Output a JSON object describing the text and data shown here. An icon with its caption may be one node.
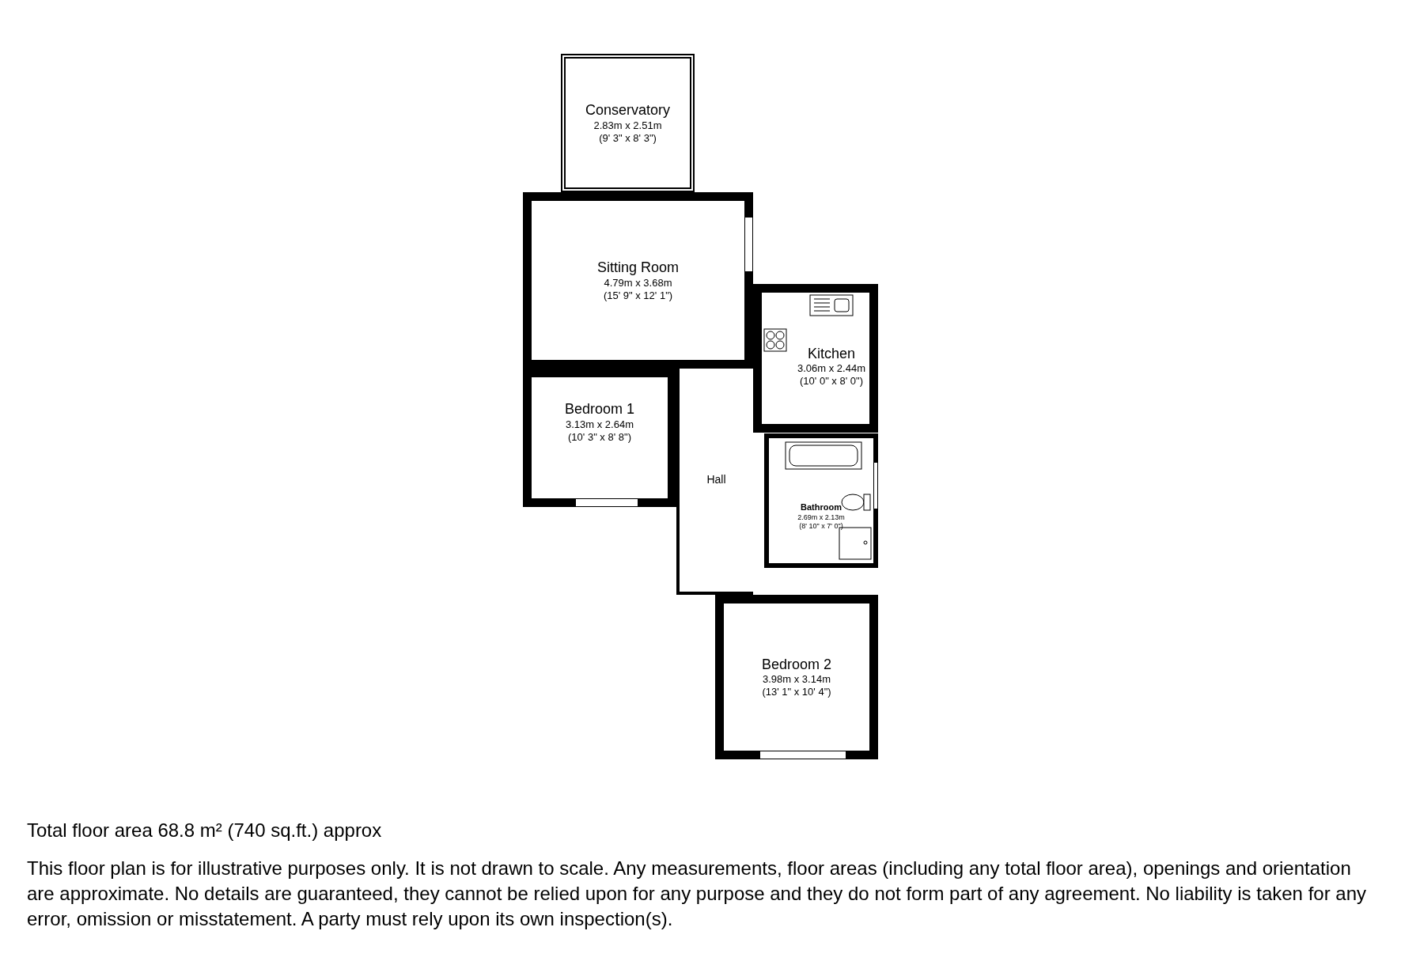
{
  "diagram": {
    "nodes": [
      {
        "text": [
          "Conservatory",
          "2.83m x 2.51m",
          "(9' 3\" x 8' 3\")"
        ]
      },
      {
        "text": [
          "Sitting Room",
          "4.79m x 3.68m",
          "(15' 9\" x 12' 1\")"
        ]
      },
      {
        "text": [
          "Kitchen",
          "3.06m x 2.44m",
          "(10' 0\" x 8' 0\")"
        ]
      },
      {
        "text": [
          "Bedroom 1",
          "3.13m x 2.64m",
          "(10' 3\" x 8' 8\")"
        ]
      },
      {
        "text": [
          "Hall"
        ]
      },
      {
        "text": [
          "Bathroom",
          "2.69m x 2.13m",
          "(8' 10\" x 7' 0\")"
        ]
      },
      {
        "text": [
          "Bedroom 2",
          "3.98m x 3.14m",
          "(13' 1\" x 10' 4\")"
        ]
      }
    ],
    "labels": [
      "Total floor area 68.8 m² (740 sq.ft.) approx",
      "This floor plan is for illustrative purposes only. It is not drawn to scale. Any measurements, floor areas (including any total floor area), openings and orientation are approximate. No details are guaranteed, they cannot be relied upon for any purpose and they do not form part of any agreement. No liability is taken for any error, omission or misstatement. A party must rely upon its own inspection(s)."
    ]
  }
}
